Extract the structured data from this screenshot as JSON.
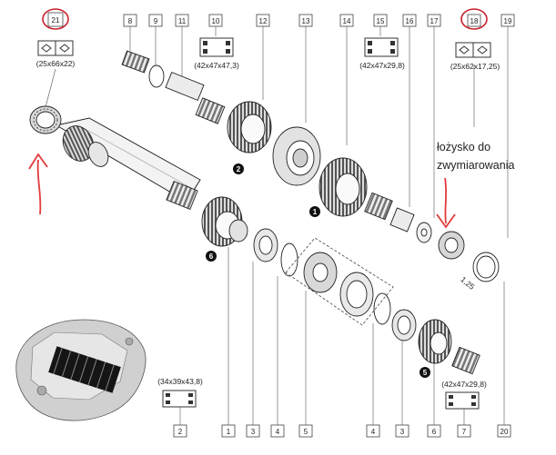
{
  "callouts": {
    "top": [
      "21",
      "8",
      "9",
      "11",
      "10",
      "12",
      "13",
      "14",
      "15",
      "16",
      "17",
      "18",
      "19"
    ],
    "bottom": [
      "2",
      "1",
      "3",
      "4",
      "5",
      "4",
      "3",
      "6",
      "7",
      "20"
    ]
  },
  "dimensions": {
    "d21": "(25x66x22)",
    "d10": "(42x47x47,3)",
    "d15": "(42x47x29,8)",
    "d18": "(25x62x17,25)",
    "d2": "(34x39x43,8)",
    "d7": "(42x47x29,8)"
  },
  "badges": [
    "2",
    "1",
    "6",
    "5"
  ],
  "ring_mark": "1,25",
  "annotation": "łożysko do zwymiarowania",
  "colors": {
    "highlight": "#c8202a",
    "arrow": "#e23b3b",
    "ink": "#222222"
  }
}
